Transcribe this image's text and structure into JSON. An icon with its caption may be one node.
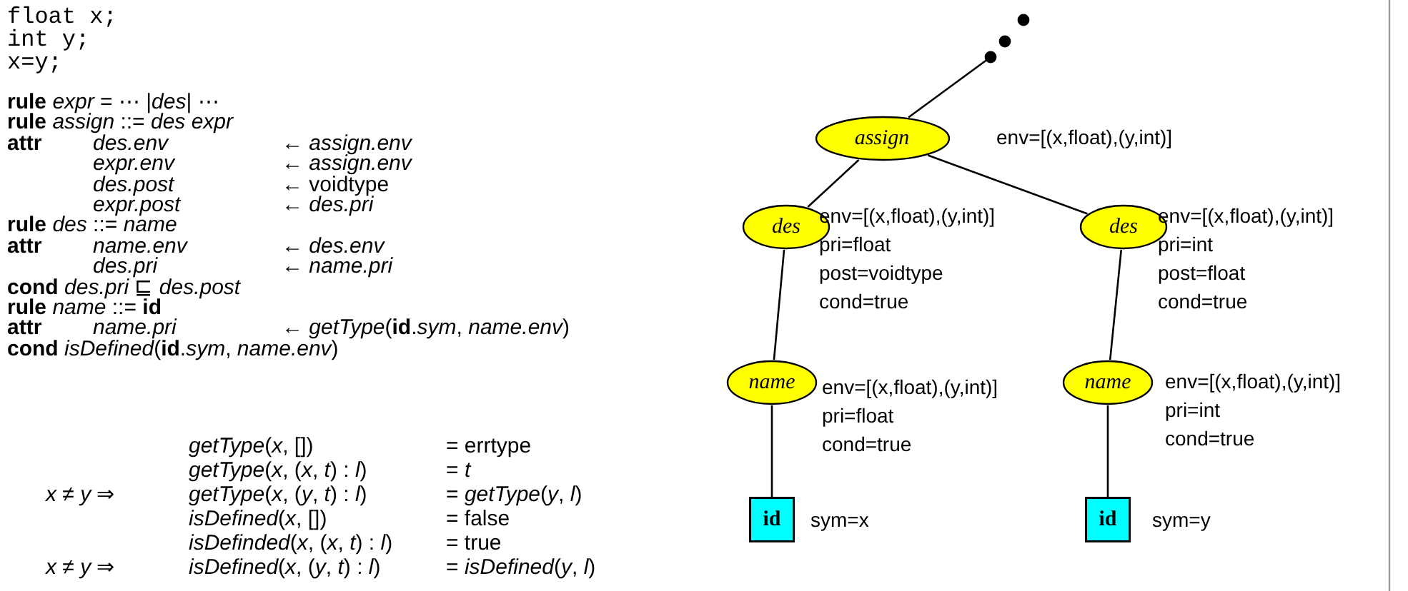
{
  "diagram": {
    "nodes": [
      {
        "text": [],
        "shape": "dots"
      },
      {
        "text": [
          "assign"
        ],
        "beside": [
          "env=[(x,float),(y,int)]"
        ]
      },
      {
        "text": [
          "des"
        ],
        "beside": [
          "env=[(x,float),(y,int)]",
          "pri=float",
          "post=voidtype",
          "cond=true"
        ]
      },
      {
        "text": [
          "des"
        ],
        "beside": [
          "env=[(x,float),(y,int)]",
          "pri=int",
          "post=float",
          "cond=true"
        ]
      },
      {
        "text": [
          "name"
        ],
        "beside": [
          "env=[(x,float),(y,int)]",
          "pri=float",
          "cond=true"
        ]
      },
      {
        "text": [
          "name"
        ],
        "beside": [
          "env=[(x,float),(y,int)]",
          "pri=int",
          "cond=true"
        ]
      },
      {
        "text": [
          "id"
        ],
        "beside": [
          "sym=x"
        ]
      },
      {
        "text": [
          "id"
        ],
        "beside": [
          "sym=y"
        ]
      }
    ],
    "edges": [
      {
        "from": 1,
        "to": 0,
        "arrow": "none"
      },
      {
        "from": 1,
        "to": 2,
        "arrow": "none"
      },
      {
        "from": 1,
        "to": 3,
        "arrow": "none"
      },
      {
        "from": 2,
        "to": 4,
        "arrow": "none"
      },
      {
        "from": 3,
        "to": 5,
        "arrow": "none"
      },
      {
        "from": 4,
        "to": 6,
        "arrow": "none"
      },
      {
        "from": 5,
        "to": 7,
        "arrow": "none"
      }
    ],
    "labels": [
      "float x;",
      "int y;",
      "x=y;",
      "**rule** *expr* = ⋯ |*des*| ⋯",
      "**rule** *assign* ::= *des expr*",
      "**attr**",
      "*des.env*",
      "← *assign.env*",
      "*expr.env*",
      "← *assign.env*",
      "*des.post*",
      "← voidtype",
      "*expr.post*",
      "← *des.pri*",
      "**rule** *des* ::= *name*",
      "**attr**",
      "*name.env*",
      "← *des.env*",
      "*des.pri*",
      "← *name.pri*",
      "**cond** *des.pri* ⊑ *des.post*",
      "**rule** *name* ::= **id**",
      "**attr**",
      "*name.pri*",
      "← *getType*(**id**.*sym*, *name.env*)",
      "**cond** *isDefined*(**id**.*sym*, *name.env*)",
      "*getType*(*x*, [])",
      "= errtype",
      "*getType*(*x*, (*x*, *t*) : *l*)",
      "= *t*",
      "*x* ≠ *y* ⇒",
      "*getType*(*x*, (*y*, *t*) : *l*)",
      "= *getType*(*y*, *l*)",
      "*isDefined*(*x*, [])",
      "= false",
      "*isDefinded*(*x*, (*x*, *t*) : *l*)",
      "= true",
      "*x* ≠ *y* ⇒",
      "*isDefined*(*x*, (*y*, *t*) : *l*)",
      "= *isDefined*(*y*, *l*)"
    ]
  }
}
